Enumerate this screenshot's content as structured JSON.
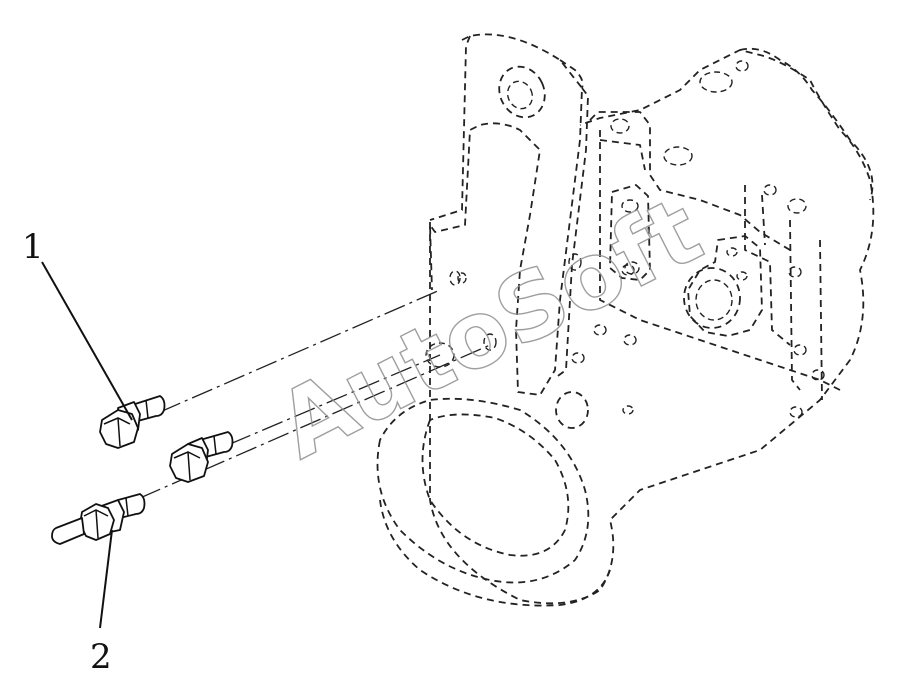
{
  "callouts": {
    "part_1": "1",
    "part_2": "2"
  },
  "watermark": "AutoSoft"
}
